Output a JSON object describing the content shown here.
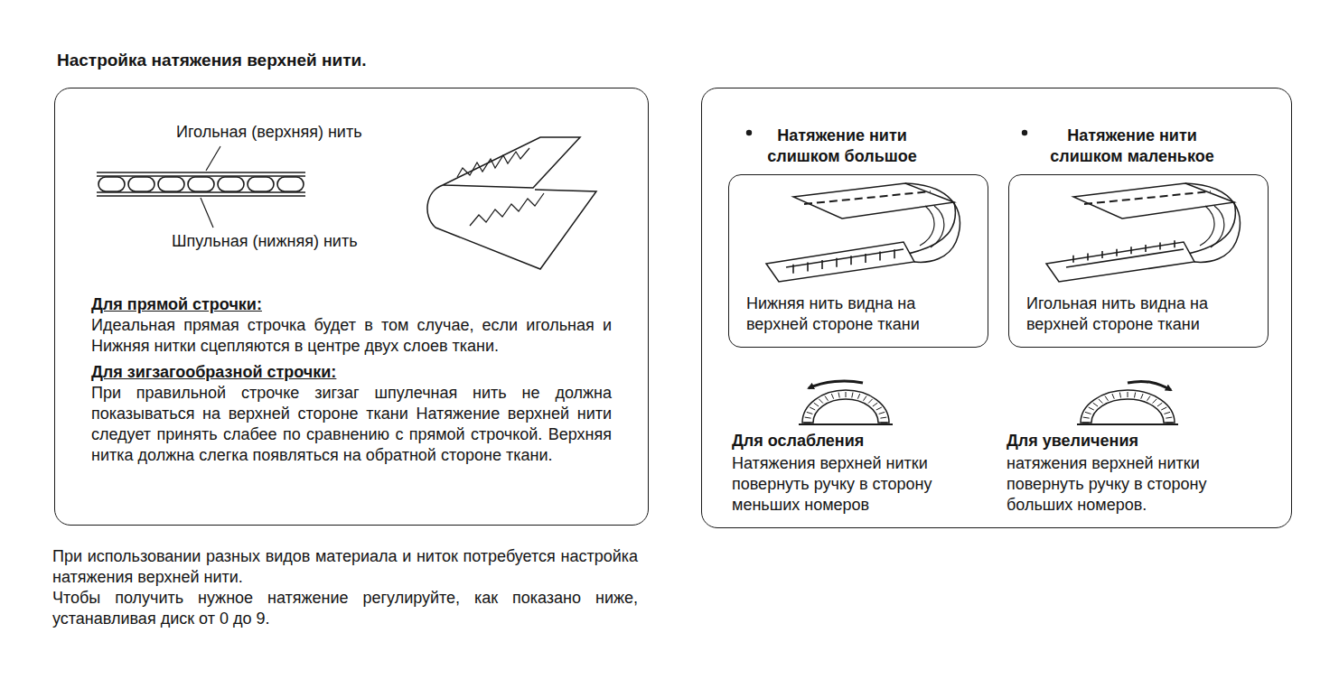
{
  "diagram": {
    "title": "Настройка натяжения верхней нити.",
    "nodes": [
      {
        "text": [
          "Для прямой строчки:",
          "Идеальная прямая строчка будет в том случае, если игольная и Нижняя нитки сцепляются в центре двух слоев ткани.",
          "Для зигзагообразной строчки:",
          "При правильной строчке зигзаг шпулечная нить не должна показываться на верхней стороне ткани Натяжение верхней нити следует принять слабее по сравнению с прямой строчкой. Верхняя нитка должна слегка появляться на обратной стороне ткани."
        ]
      },
      {
        "text": [
          "Для ослабления",
          "Натяжения верхней нитки повернуть ручку в сторону меньших номеров",
          "Для увеличения",
          "натяжения верхней нитки повернуть ручку в сторону больших номеров."
        ]
      },
      {
        "text": [
          "Натяжение нити слишком большое",
          "Нижняя нить видна на верхней стороне ткани"
        ],
        "in": 1
      },
      {
        "text": [
          "Натяжение нити слишком маленькое",
          "Игольная нить видна на верхней стороне ткани"
        ],
        "in": 1
      }
    ],
    "labels": [
      "Игольная (верхняя) нить",
      "Шпульная (нижняя) нить",
      "При использовании разных видов материала и ниток потребуется настройка натяжения верхней нити.",
      "Чтобы получить нужное натяжение регулируйте, как показано ниже, устанавливая диск от 0 до 9."
    ]
  }
}
